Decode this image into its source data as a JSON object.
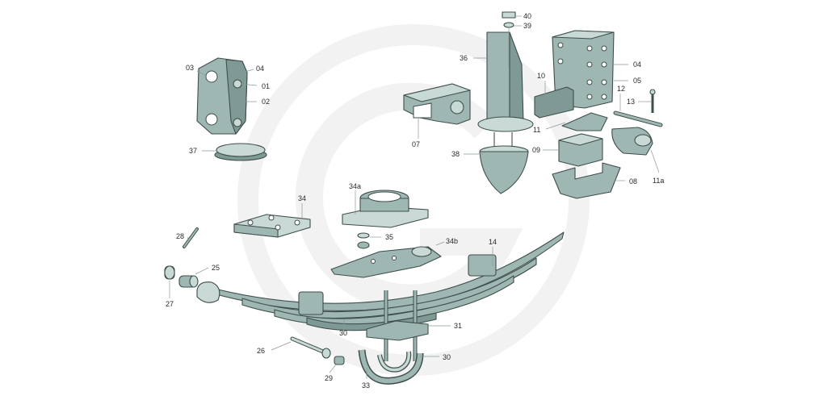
{
  "diagram": {
    "callouts": [
      "01",
      "02",
      "03",
      "04",
      "04",
      "05",
      "07",
      "08",
      "09",
      "10",
      "11",
      "11a",
      "12",
      "13",
      "14",
      "25",
      "26",
      "27",
      "28",
      "29",
      "30",
      "30",
      "31",
      "33",
      "34",
      "34a",
      "34b",
      "35",
      "36",
      "37",
      "38",
      "39",
      "40"
    ]
  },
  "colors": {
    "part_fill": "#9fb7b2",
    "part_light": "#c9dad6",
    "outline": "#3e4e4c",
    "watermark": "#f2f2f2"
  },
  "icons": {
    "watermark": "brand-watermark-g"
  }
}
